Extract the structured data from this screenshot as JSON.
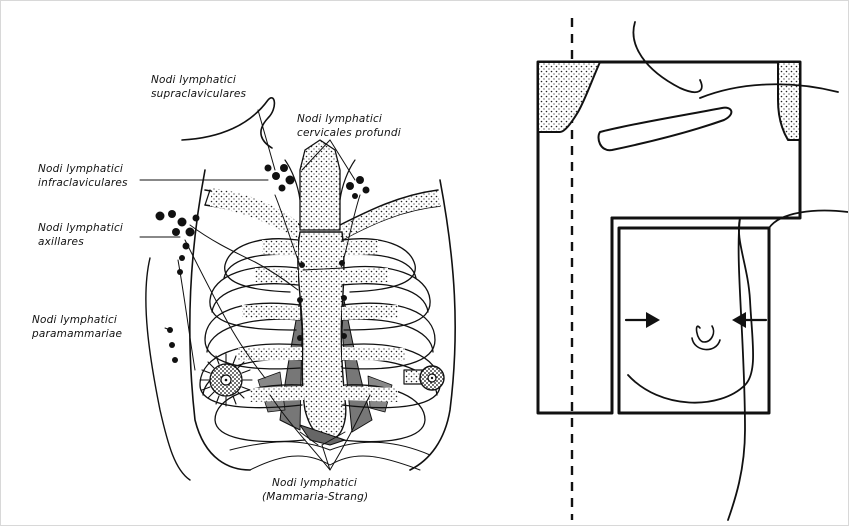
{
  "left_figure": {
    "labels": {
      "supraclavicular": [
        "Nodi lymphatici",
        "supraclaviculares"
      ],
      "cervical": [
        "Nodi lymphatici",
        "cervicales profundi"
      ],
      "infraclavicular": [
        "Nodi lymphatici",
        "infraclaviculares"
      ],
      "axillary": [
        "Nodi lymphatici",
        "axillares"
      ],
      "paramammary": [
        "Nodi lymphatici",
        "paramammariae"
      ],
      "mammaria": [
        "Nodi lymphatici",
        "(Mammaria-Strang)"
      ]
    }
  },
  "right_figure": {
    "arrows": [
      "left-arrow",
      "right-arrow"
    ]
  }
}
